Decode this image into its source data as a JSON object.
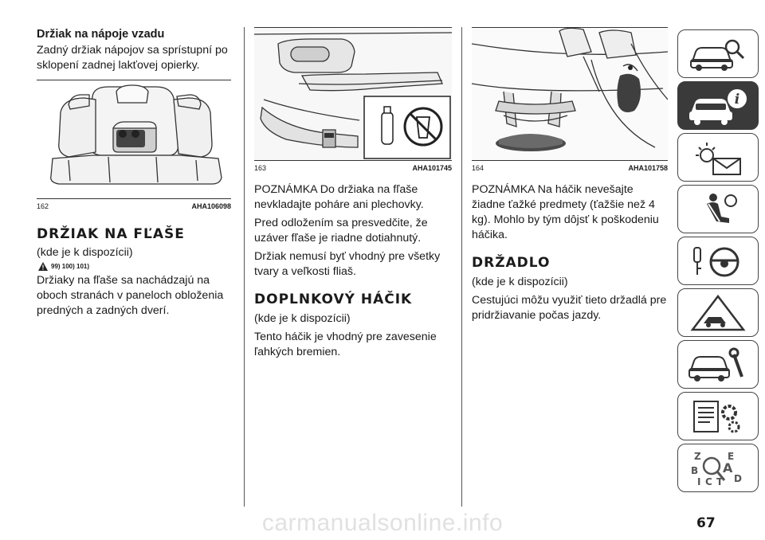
{
  "col1": {
    "heading": "Držiak na nápoje vzadu",
    "intro": "Zadný držiak nápojov sa sprístupní po sklopení zadnej lakťovej opierky.",
    "figure": {
      "number": "162",
      "code": "AHA106098"
    },
    "section_title": "DRŽIAK NA FĽAŠE",
    "where": "(kde je k dispozícii)",
    "refs": "99) 100) 101)",
    "body": "Držiaky na fľaše sa nachádzajú na oboch stranách v paneloch obloženia predných a zadných dverí."
  },
  "col2": {
    "figure": {
      "number": "163",
      "code": "AHA101745"
    },
    "note1": "POZNÁMKA Do držiaka na fľaše nevkladajte poháre ani plechovky.",
    "note2": "Pred odložením sa presvedčite, že uzáver fľaše je riadne dotiahnutý.",
    "note3": "Držiak nemusí byť vhodný pre všetky tvary a veľkosti fliaš.",
    "section_title": "DOPLNKOVÝ HÁČIK",
    "where": "(kde je k dispozícii)",
    "body": "Tento háčik je vhodný pre zavesenie ľahkých bremien."
  },
  "col3": {
    "figure": {
      "number": "164",
      "code": "AHA101758"
    },
    "note": "POZNÁMKA Na háčik nevešajte žiadne ťažké predmety (ťažšie než 4 kg). Mohlo by tým dôjsť k poškodeniu háčika.",
    "section_title": "DRŽADLO",
    "where": "(kde je k dispozícii)",
    "body": "Cestujúci môžu využiť tieto držadlá pre pridržiavanie počas jazdy."
  },
  "sidebar": {
    "tabs": [
      {
        "icon": "car-search-icon",
        "active": false
      },
      {
        "icon": "car-info-icon",
        "active": true
      },
      {
        "icon": "warning-light-envelope-icon",
        "active": false
      },
      {
        "icon": "airbag-seatbelt-icon",
        "active": false
      },
      {
        "icon": "key-steering-wheel-icon",
        "active": false
      },
      {
        "icon": "warning-triangle-breakdown-icon",
        "active": false
      },
      {
        "icon": "car-service-wrench-icon",
        "active": false
      },
      {
        "icon": "specs-gears-icon",
        "active": false
      },
      {
        "icon": "alphabet-index-icon",
        "active": false
      }
    ]
  },
  "page_number": "67",
  "watermark": "carmanualsonline.info",
  "colors": {
    "ink": "#1a1a1a",
    "active_tab": "#3a3a3a",
    "watermark": "#e1e1e1"
  }
}
